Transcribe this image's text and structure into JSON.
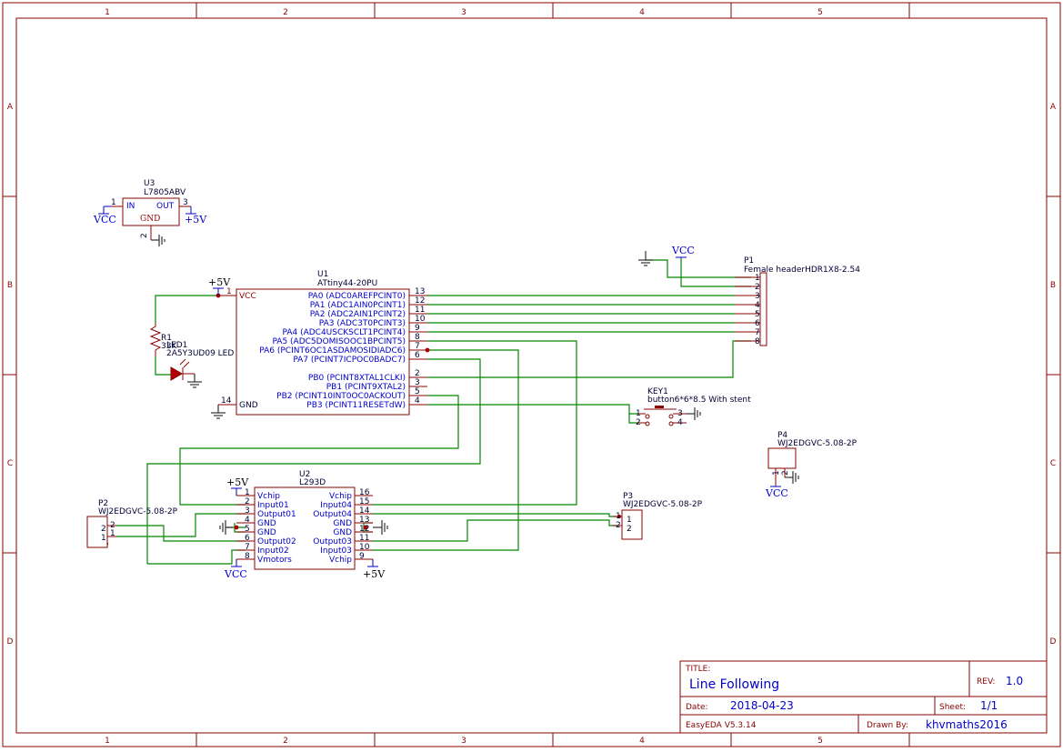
{
  "border": {
    "columns": [
      "1",
      "2",
      "3",
      "4",
      "5"
    ],
    "rows": [
      "A",
      "B",
      "C",
      "D"
    ]
  },
  "title_block": {
    "title_label": "TITLE:",
    "title": "Line Following",
    "rev_label": "REV:",
    "rev": "1.0",
    "date_label": "Date:",
    "date": "2018-04-23",
    "sheet_label": "Sheet:",
    "sheet": "1/1",
    "software": "EasyEDA V5.3.14",
    "drawn_label": "Drawn By:",
    "drawn_by": "khvmaths2016"
  },
  "u3": {
    "ref": "U3",
    "part": "L7805ABV",
    "pin_in_num": "1",
    "pin_in": "IN",
    "pin_out_num": "3",
    "pin_out": "OUT",
    "pin_gnd": "GND",
    "pin_gnd_num": "2",
    "vcc": "VCC",
    "v5": "+5V"
  },
  "u1": {
    "ref": "U1",
    "part": "ATtiny44-20PU",
    "vcc_label": "VCC",
    "vcc_num": "1",
    "gnd_label": "GND",
    "gnd_num": "14",
    "v5": "+5V",
    "pins": [
      {
        "name": "PA0 (ADC0AREFPCINT0)",
        "num": "13"
      },
      {
        "name": "PA1 (ADC1AIN0PCINT1)",
        "num": "12"
      },
      {
        "name": "PA2 (ADC2AIN1PCINT2)",
        "num": "11"
      },
      {
        "name": "PA3 (ADC3T0PCINT3)",
        "num": "10"
      },
      {
        "name": "PA4 (ADC4USCKSCLT1PCINT4)",
        "num": "9"
      },
      {
        "name": "PA5 (ADC5DOMISOOC1BPCINT5)",
        "num": "8"
      },
      {
        "name": "PA6 (PCINT6OC1ASDAMOSIDIADC6)",
        "num": "7"
      },
      {
        "name": "PA7 (PCINT7ICPOC0BADC7)",
        "num": "6"
      },
      {
        "name": "PB0 (PCINT8XTAL1CLKI)",
        "num": "2"
      },
      {
        "name": "PB1 (PCINT9XTAL2)",
        "num": "3"
      },
      {
        "name": "PB2 (PCINT10INT0OC0ACKOUT)",
        "num": "5"
      },
      {
        "name": "PB3 (PCINT11RESETdW)",
        "num": "4"
      }
    ]
  },
  "r1": {
    "ref": "R1",
    "value": "33K"
  },
  "led1": {
    "ref": "LED1",
    "part": "2A5Y3UD09 LED"
  },
  "p1": {
    "ref": "P1",
    "part": "Female headerHDR1X8-2.54",
    "vcc": "VCC",
    "pins": [
      "1",
      "2",
      "3",
      "4",
      "5",
      "6",
      "7",
      "8"
    ]
  },
  "key1": {
    "ref": "KEY1",
    "part": "button6*6*8.5 With stent",
    "pins": [
      "1",
      "2",
      "3",
      "4"
    ]
  },
  "p4": {
    "ref": "P4",
    "part": "WJ2EDGVC-5.08-2P",
    "pins": [
      "1",
      "2"
    ],
    "vcc": "VCC"
  },
  "u2": {
    "ref": "U2",
    "part": "L293D",
    "v5_top": "+5V",
    "vcc_bottom": "VCC",
    "v5_bottom": "+5V",
    "left_pins": [
      {
        "num": "1",
        "name": "Vchip"
      },
      {
        "num": "2",
        "name": "Input01"
      },
      {
        "num": "3",
        "name": "Output01"
      },
      {
        "num": "4",
        "name": "GND"
      },
      {
        "num": "5",
        "name": "GND"
      },
      {
        "num": "6",
        "name": "Output02"
      },
      {
        "num": "7",
        "name": "Input02"
      },
      {
        "num": "8",
        "name": "Vmotors"
      }
    ],
    "right_pins": [
      {
        "num": "16",
        "name": "Vchip"
      },
      {
        "num": "15",
        "name": "Input04"
      },
      {
        "num": "14",
        "name": "Output04"
      },
      {
        "num": "13",
        "name": "GND"
      },
      {
        "num": "12",
        "name": "GND"
      },
      {
        "num": "11",
        "name": "Output03"
      },
      {
        "num": "10",
        "name": "Input03"
      },
      {
        "num": "9",
        "name": "Vchip"
      }
    ]
  },
  "p2": {
    "ref": "P2",
    "part": "WJ2EDGVC-5.08-2P",
    "pins": [
      "2",
      "1"
    ],
    "pin_labels": [
      "2",
      "1"
    ]
  },
  "p3": {
    "ref": "P3",
    "part": "WJ2EDGVC-5.08-2P",
    "pins": [
      "1",
      "2"
    ],
    "pin_labels": [
      "1",
      "2"
    ]
  }
}
